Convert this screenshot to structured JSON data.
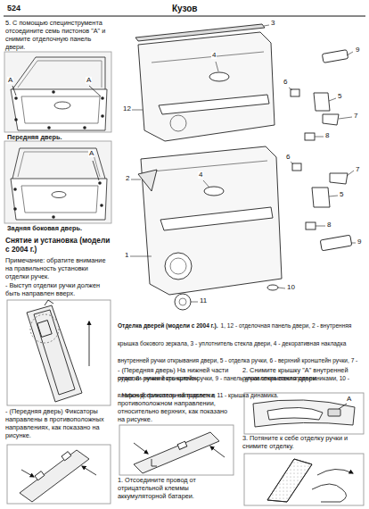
{
  "diagram": {
    "title": "Кузов",
    "labels": [
      "524",
      "5. С помощью специнструмента отсоедините семь пистонов \"А\" и снимите отделочную панель двери.",
      "A",
      "A",
      "Передняя дверь.",
      "A",
      "Задняя боковая дверь.",
      "Снятие и установка (модели с 2004 г.)",
      "Примечание: обратите внимание на правильность установки отделки ручек.",
      "- Выступ отделки ручки должен быть направлен вверх.",
      "- (Передняя дверь) Фиксаторы направлены в противоположных направлениях, как показано на рисунке.",
      "12",
      "4",
      "3",
      "9",
      "6",
      "5",
      "7",
      "8",
      "2",
      "4",
      "6",
      "7",
      "5",
      "8",
      "9",
      "1",
      "10",
      "11",
      "Отделка дверей (модели с 2004 г.).",
      "1, 12 - отделочная панель двери, 2 - внутренняя крышка бокового зеркала, 3 - уплотнитель стекла двери, 4 - декоративная накладка внутренней ручки открывания двери, 5 - отделка ручки, 6 - верхний кронштейн ручки, 7 - ручка, 8 - нижний кронштейн ручки, 9 - панель управления стеклоподъемниками, 10 - плафон дополнительной подсветки, 11 - крышка динамика.",
      "- (Передняя дверь) На нижней части отделки ручки есть крючок.",
      "- Нижний фиксатор направлен в противоположном направлении, относительно верхних, как показано на рисунке.",
      "1. Отсоедините провод от отрицательной клеммы аккумуляторной батареи.",
      "2. Снимите крышку \"А\" внутренней ручки открывания двери.",
      "A",
      "3. Потяните к себе отделку ручки и снимите отделку."
    ]
  }
}
